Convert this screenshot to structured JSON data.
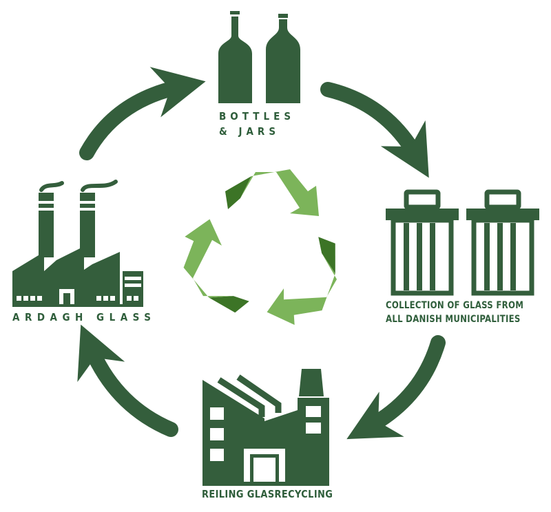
{
  "nodes": {
    "bottles": {
      "line1": "BOTTLES",
      "line2": "& JARS"
    },
    "collection": {
      "line1": "COLLECTION OF GLASS FROM",
      "line2": "ALL DANISH MUNICIPALITIES"
    },
    "recycler": {
      "label": "REILING GLASRECYCLING"
    },
    "factory": {
      "label": "ARDAGH GLASS"
    }
  },
  "icons": {
    "bottles": "glass-bottles-icon",
    "collection": "trash-bins-icon",
    "recycler": "recycling-plant-icon",
    "factory": "glass-factory-icon",
    "center": "recycle-symbol-icon"
  },
  "colors": {
    "dark_green": "#345e3c",
    "light_green": "#7cb45a",
    "mid_green": "#3c7426"
  }
}
